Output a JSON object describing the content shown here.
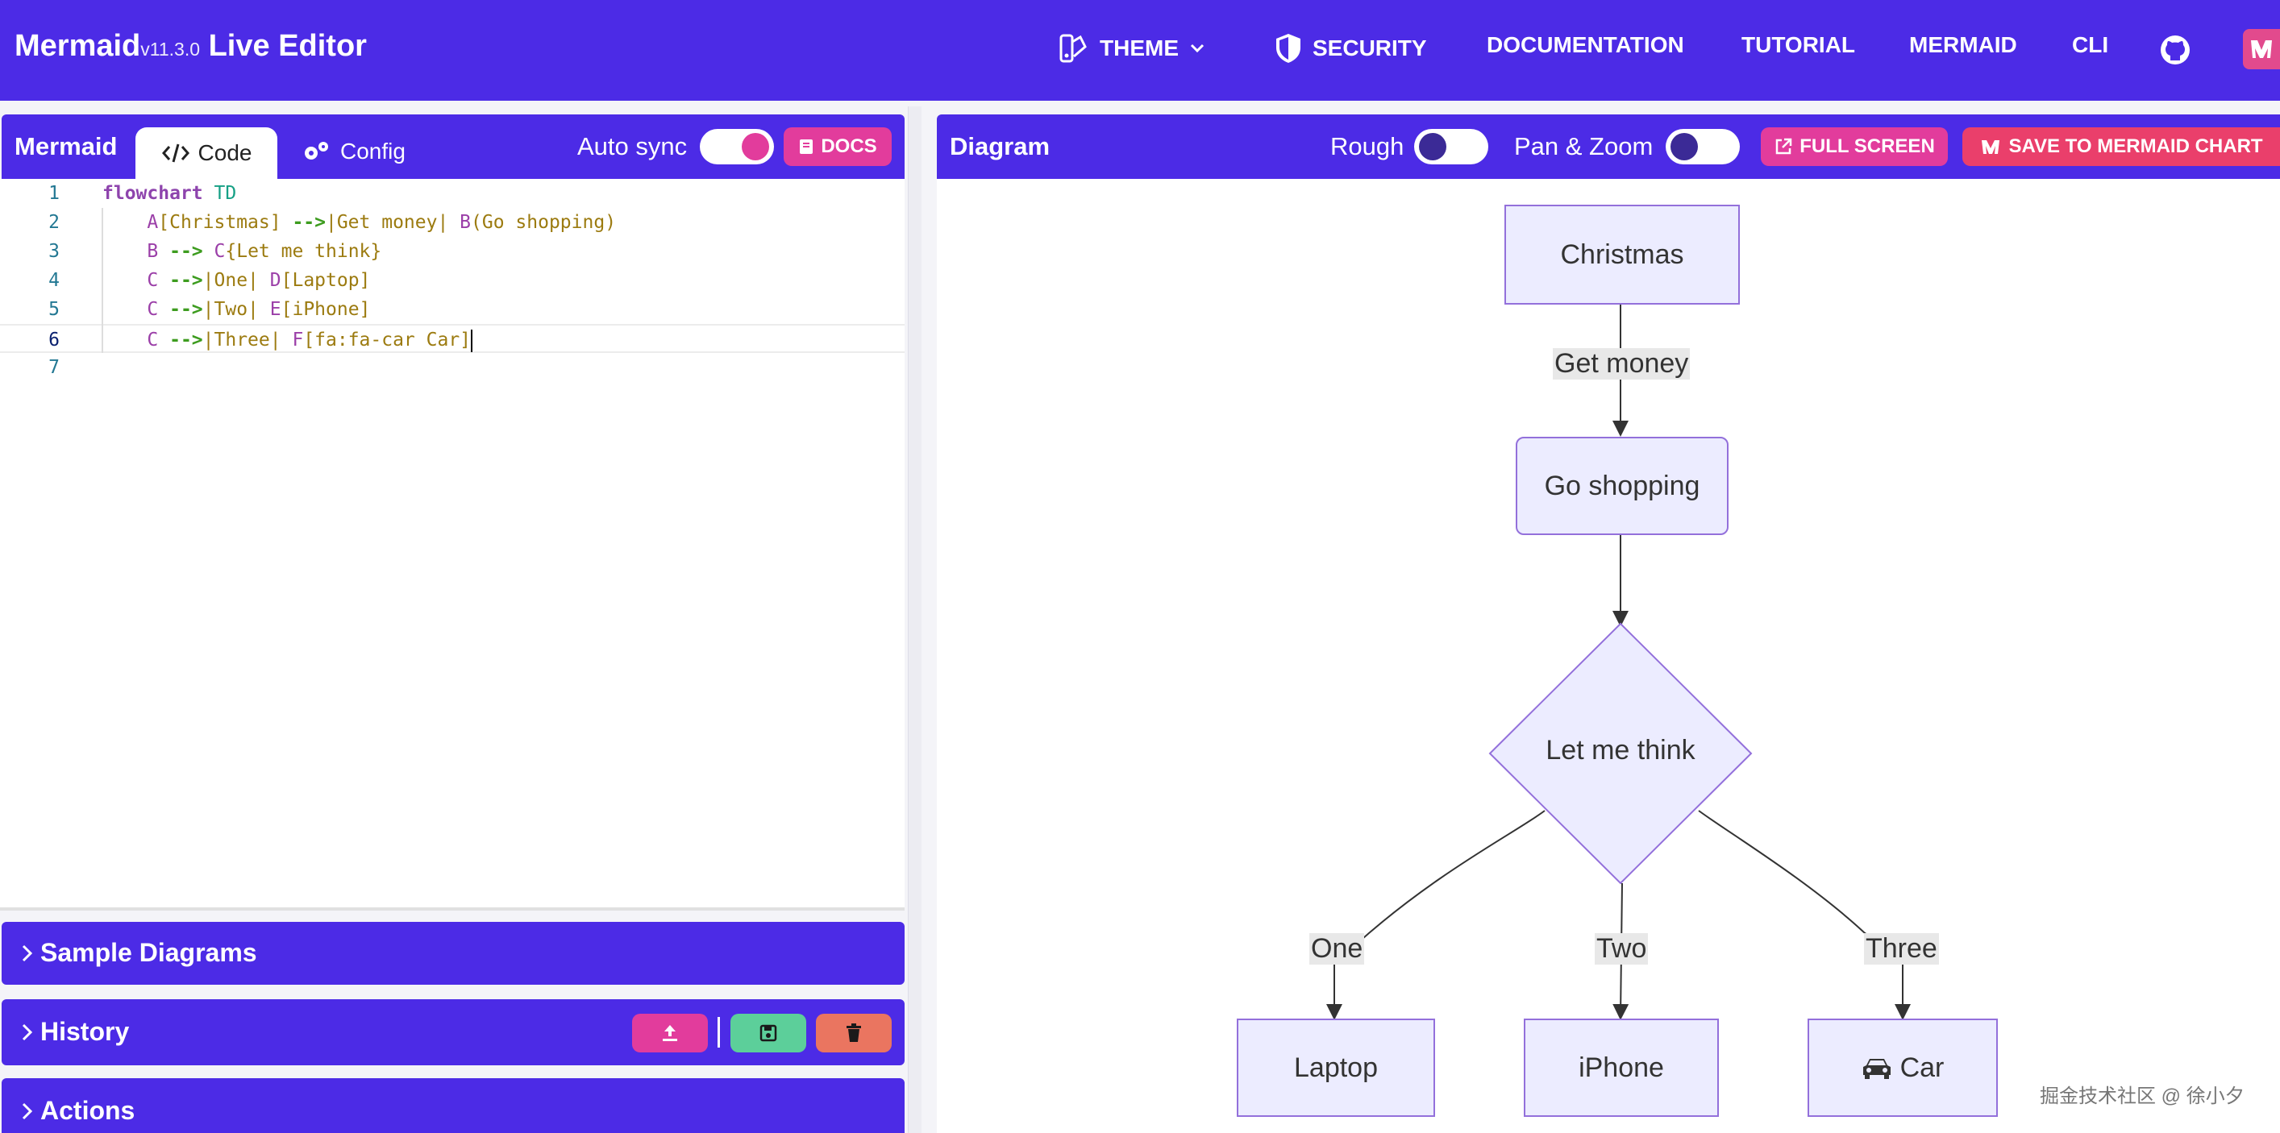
{
  "header": {
    "brand": "Mermaid",
    "version": "v11.3.0",
    "app_title": "Live Editor",
    "nav": {
      "theme": "THEME",
      "security": "SECURITY",
      "documentation": "DOCUMENTATION",
      "tutorial": "TUTORIAL",
      "mermaid": "MERMAID",
      "cli": "CLI"
    }
  },
  "editor_panel": {
    "title": "Mermaid",
    "tabs": {
      "code": "Code",
      "config": "Config"
    },
    "auto_sync_label": "Auto sync",
    "auto_sync_on": true,
    "docs_button": "DOCS",
    "line_numbers": [
      "1",
      "2",
      "3",
      "4",
      "5",
      "6",
      "7"
    ],
    "code": {
      "l1": {
        "kw": "flowchart",
        "dir": "TD"
      },
      "l2": {
        "a": "A",
        "a_text": "[Christmas]",
        "arrow": "-->",
        "label": "|Get money|",
        "b": "B",
        "b_text": "(Go shopping)"
      },
      "l3": {
        "b": "B",
        "arrow": "-->",
        "c": "C",
        "c_text": "{Let me think}"
      },
      "l4": {
        "c": "C",
        "arrow": "-->",
        "label": "|One|",
        "d": "D",
        "d_text": "[Laptop]"
      },
      "l5": {
        "c": "C",
        "arrow": "-->",
        "label": "|Two|",
        "e": "E",
        "e_text": "[iPhone]"
      },
      "l6": {
        "c": "C",
        "arrow": "-->",
        "label": "|Three|",
        "f": "F",
        "f_text": "[fa:fa-car Car]"
      }
    }
  },
  "accordions": {
    "samples": "Sample Diagrams",
    "history": "History",
    "actions": "Actions"
  },
  "diagram_panel": {
    "title": "Diagram",
    "rough_label": "Rough",
    "rough_on": false,
    "pan_zoom_label": "Pan & Zoom",
    "pan_zoom_on": false,
    "full_screen": "FULL SCREEN",
    "save_chart": "SAVE TO MERMAID CHART"
  },
  "flowchart": {
    "nodes": {
      "christmas": "Christmas",
      "shopping": "Go shopping",
      "think": "Let me think",
      "laptop": "Laptop",
      "iphone": "iPhone",
      "car": "Car"
    },
    "edge_labels": {
      "money": "Get money",
      "one": "One",
      "two": "Two",
      "three": "Three"
    }
  },
  "watermark": "掘金技术社区 @ 徐小夕",
  "colors": {
    "brand_purple": "#4c2be6",
    "pink": "#e23c9c",
    "green": "#5ccf9a",
    "red": "#ea7560",
    "node_fill": "#ececff",
    "node_border": "#9370db"
  }
}
